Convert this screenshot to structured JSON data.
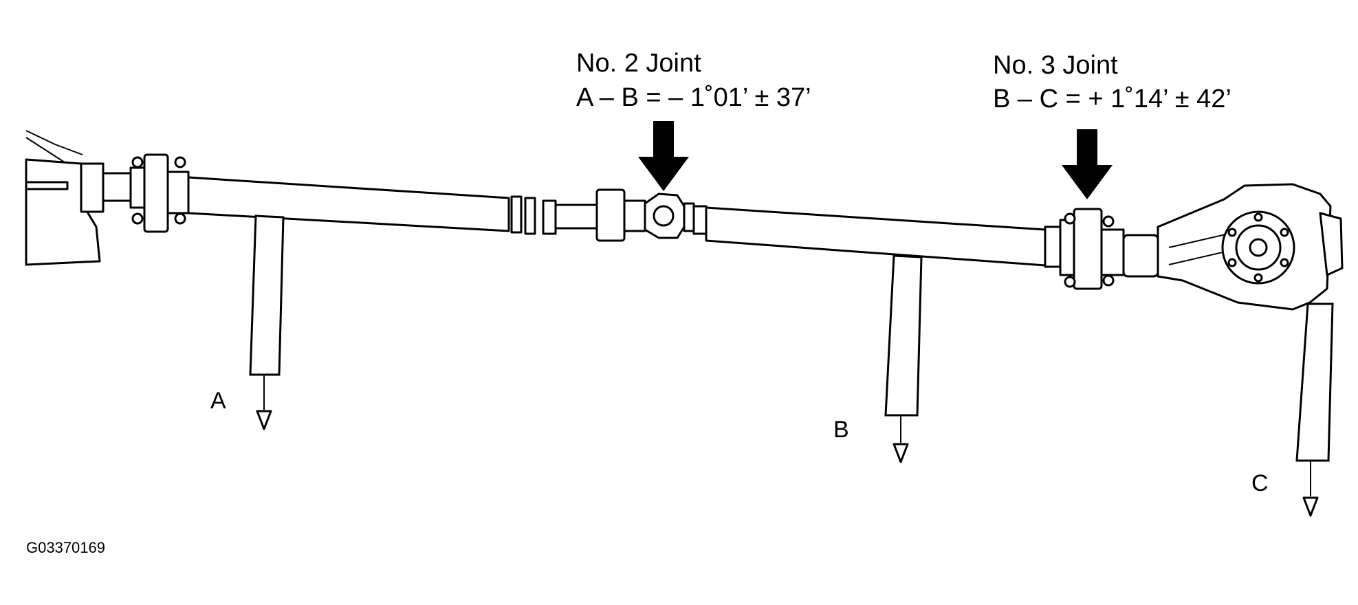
{
  "joints": [
    {
      "title": "No. 2 Joint",
      "formula": "A – B = – 1˚01’ ± 37’"
    },
    {
      "title": "No. 3 Joint",
      "formula": "B – C = + 1˚14’ ± 42’"
    }
  ],
  "points": {
    "a": "A",
    "b": "B",
    "c": "C"
  },
  "figure_code": "G03370169",
  "icons": [
    "down-arrow-icon",
    "plumb-bob-icon"
  ]
}
